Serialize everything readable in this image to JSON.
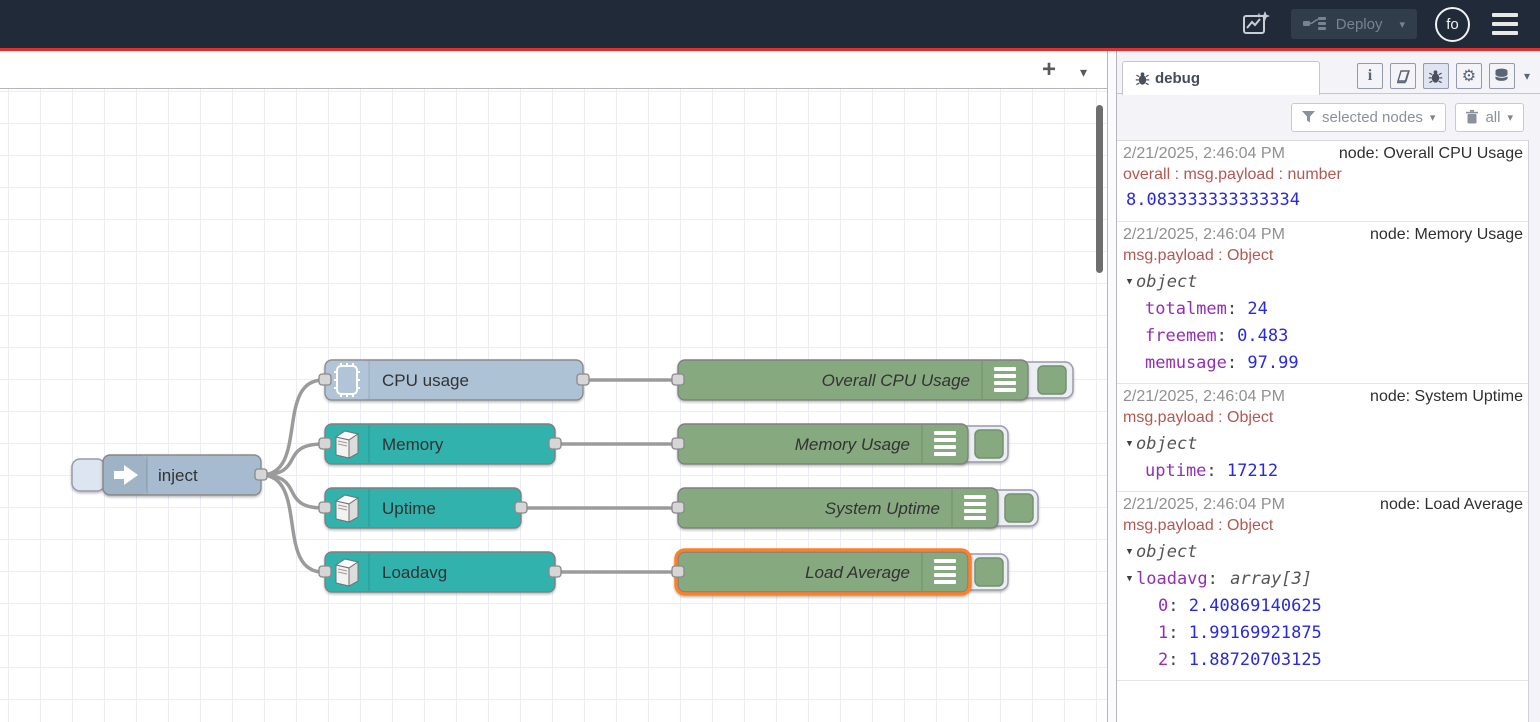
{
  "header": {
    "deploy": {
      "label": "Deploy"
    },
    "avatar": {
      "initials": "fo"
    },
    "icons": {
      "chevron": "▾"
    }
  },
  "workspace": {
    "add_flow_icon": "+",
    "flow_list_icon": "▾"
  },
  "flow": {
    "colors": {
      "inject": "#a6bbcf",
      "exec": "#31b2ac",
      "debug": "#87a980",
      "selection": "#ff7f27",
      "wire": "#9b9b9b"
    },
    "nodes": {
      "inject": {
        "label": "inject"
      },
      "cpu": {
        "label": "CPU usage"
      },
      "memory": {
        "label": "Memory"
      },
      "uptime": {
        "label": "Uptime"
      },
      "loadavg": {
        "label": "Loadavg"
      },
      "overall_cpu": {
        "label": "Overall CPU Usage"
      },
      "memory_usage": {
        "label": "Memory Usage"
      },
      "system_uptime": {
        "label": "System Uptime"
      },
      "load_average": {
        "label": "Load Average"
      }
    }
  },
  "sidebar": {
    "tab_label": "debug",
    "icons": {
      "info": "i",
      "gear": "⚙",
      "chevron": "▾",
      "caret": "▼"
    },
    "filter_button": {
      "label": "selected nodes"
    },
    "clear_button": {
      "label": "all"
    },
    "messages": [
      {
        "timestamp": "2/21/2025, 2:46:04 PM",
        "source": "node: Overall CPU Usage",
        "meta": "overall : msg.payload : number",
        "value": "8.083333333333334"
      },
      {
        "timestamp": "2/21/2025, 2:46:04 PM",
        "source": "node: Memory Usage",
        "meta": "msg.payload : Object",
        "tree": "object",
        "rows": [
          {
            "key": "totalmem",
            "value": "24"
          },
          {
            "key": "freemem",
            "value": "0.483"
          },
          {
            "key": "memusage",
            "value": "97.99"
          }
        ]
      },
      {
        "timestamp": "2/21/2025, 2:46:04 PM",
        "source": "node: System Uptime",
        "meta": "msg.payload : Object",
        "tree": "object",
        "rows": [
          {
            "key": "uptime",
            "value": "17212"
          }
        ]
      },
      {
        "timestamp": "2/21/2025, 2:46:04 PM",
        "source": "node: Load Average",
        "meta": "msg.payload : Object",
        "tree": "object",
        "subtree": {
          "key": "loadavg",
          "type": "array[3]"
        },
        "rows": [
          {
            "key": "0",
            "value": "2.40869140625"
          },
          {
            "key": "1",
            "value": "1.99169921875"
          },
          {
            "key": "2",
            "value": "1.88720703125"
          }
        ]
      }
    ]
  }
}
